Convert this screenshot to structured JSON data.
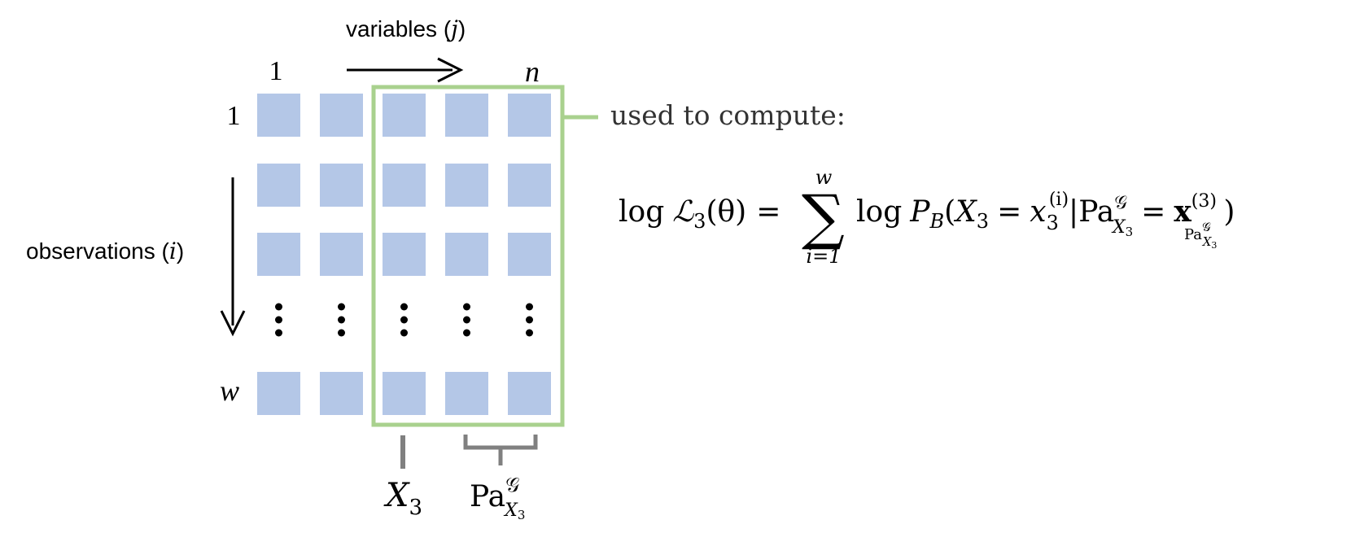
{
  "axes": {
    "variables_label": "variables (",
    "variables_sym": "j",
    "variables_close": ")",
    "observations_label": "observations (",
    "observations_sym": "i",
    "observations_close": ")"
  },
  "indices": {
    "col_first": "1",
    "col_last": "n",
    "row_first": "1",
    "row_last": "w"
  },
  "matrix": {
    "rows": 5,
    "cols": 5,
    "ellipsis_row": 3,
    "cell_color": "#b4c7e7"
  },
  "highlight": {
    "color": "#a9d18e",
    "caption": "used to compute:"
  },
  "formula": {
    "lhs_log": "log",
    "lhs_L": "ℒ",
    "lhs_sub": "3",
    "lhs_arg": "(θ)",
    "eq": "=",
    "sum_sym": "∑",
    "sum_upper": "w",
    "sum_lower": "i=1",
    "log2": "log",
    "P": "P",
    "P_sub": "B",
    "open": "(",
    "X": "X",
    "X_sub": "3",
    "eq2": "=",
    "x": "x",
    "x_sub": "3",
    "x_sup": "(i)",
    "bar": "|",
    "Pa": "Pa",
    "Pa_sup": "𝒢",
    "Pa_subX": "X",
    "Pa_subX_sub": "3",
    "eq3": "=",
    "bold_x": "x",
    "bold_x_sup": "(3)",
    "bold_x_sub_Pa": "Pa",
    "bold_x_sub_G": "𝒢",
    "bold_x_sub_X": "X",
    "bold_x_sub_3": "3",
    "close": ")"
  },
  "labels_below": {
    "x3": "X",
    "x3_sub": "3",
    "pa": "Pa",
    "pa_sup": "𝒢",
    "pa_sub": "X",
    "pa_sub_sub": "3"
  },
  "colors": {
    "bracket": "#808080",
    "arrow": "#000000"
  }
}
